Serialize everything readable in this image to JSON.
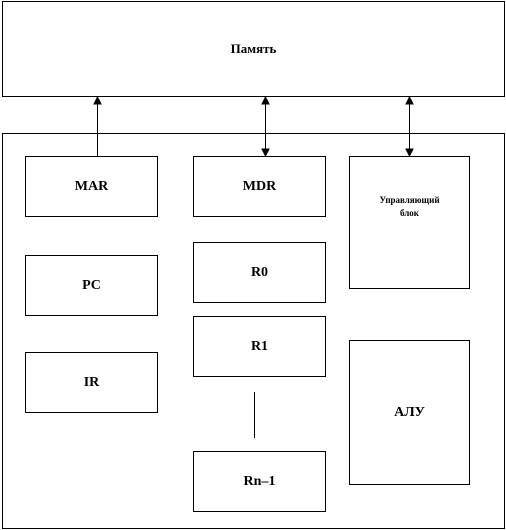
{
  "memory": {
    "label": "Память"
  },
  "registers": {
    "mar": "MAR",
    "pc": "PC",
    "ir": "IR",
    "mdr": "MDR",
    "r0": "R0",
    "r1": "R1",
    "rn": "Rn–1"
  },
  "control_unit": {
    "line1": "Управляющий",
    "line2": "блок"
  },
  "alu": {
    "label": "АЛУ"
  }
}
